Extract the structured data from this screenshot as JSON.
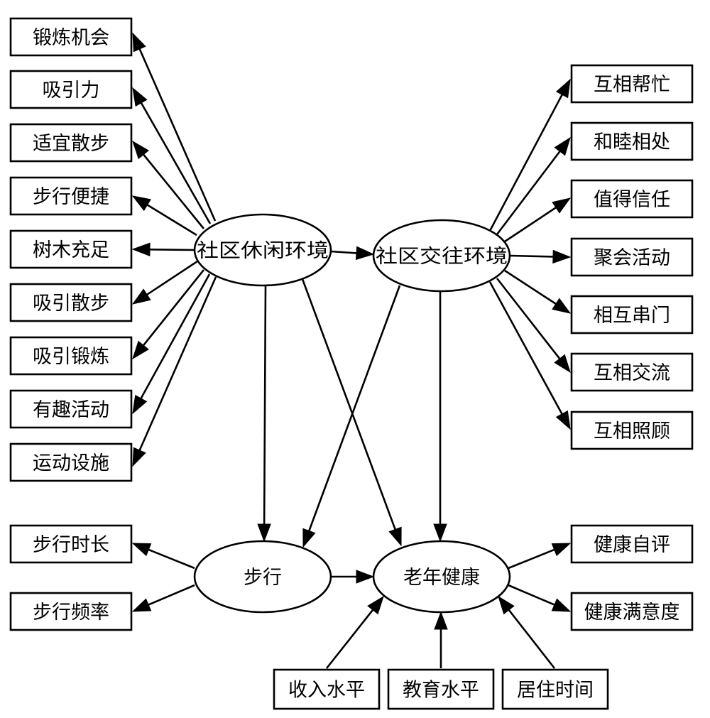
{
  "diagram": {
    "type": "structural-equation-model",
    "latent_variables": [
      {
        "id": "leisure",
        "label": "社区休闲环境"
      },
      {
        "id": "social",
        "label": "社区交往环境"
      },
      {
        "id": "walking",
        "label": "步行"
      },
      {
        "id": "health",
        "label": "老年健康"
      }
    ],
    "observed_variables": [
      {
        "id": "l1",
        "label": "锻炼机会",
        "group": "leisure"
      },
      {
        "id": "l2",
        "label": "吸引力",
        "group": "leisure"
      },
      {
        "id": "l3",
        "label": "适宜散步",
        "group": "leisure"
      },
      {
        "id": "l4",
        "label": "步行便捷",
        "group": "leisure"
      },
      {
        "id": "l5",
        "label": "树木充足",
        "group": "leisure"
      },
      {
        "id": "l6",
        "label": "吸引散步",
        "group": "leisure"
      },
      {
        "id": "l7",
        "label": "吸引锻炼",
        "group": "leisure"
      },
      {
        "id": "l8",
        "label": "有趣活动",
        "group": "leisure"
      },
      {
        "id": "l9",
        "label": "运动设施",
        "group": "leisure"
      },
      {
        "id": "s1",
        "label": "互相帮忙",
        "group": "social"
      },
      {
        "id": "s2",
        "label": "和睦相处",
        "group": "social"
      },
      {
        "id": "s3",
        "label": "值得信任",
        "group": "social"
      },
      {
        "id": "s4",
        "label": "聚会活动",
        "group": "social"
      },
      {
        "id": "s5",
        "label": "相互串门",
        "group": "social"
      },
      {
        "id": "s6",
        "label": "互相交流",
        "group": "social"
      },
      {
        "id": "s7",
        "label": "互相照顾",
        "group": "social"
      },
      {
        "id": "w1",
        "label": "步行时长",
        "group": "walking"
      },
      {
        "id": "w2",
        "label": "步行频率",
        "group": "walking"
      },
      {
        "id": "h1",
        "label": "健康自评",
        "group": "health"
      },
      {
        "id": "h2",
        "label": "健康满意度",
        "group": "health"
      },
      {
        "id": "c1",
        "label": "收入水平",
        "group": "control"
      },
      {
        "id": "c2",
        "label": "教育水平",
        "group": "control"
      },
      {
        "id": "c3",
        "label": "居住时间",
        "group": "control"
      }
    ],
    "edges": [
      {
        "from": "leisure",
        "to": "l1"
      },
      {
        "from": "leisure",
        "to": "l2"
      },
      {
        "from": "leisure",
        "to": "l3"
      },
      {
        "from": "leisure",
        "to": "l4"
      },
      {
        "from": "leisure",
        "to": "l5"
      },
      {
        "from": "leisure",
        "to": "l6"
      },
      {
        "from": "leisure",
        "to": "l7"
      },
      {
        "from": "leisure",
        "to": "l8"
      },
      {
        "from": "leisure",
        "to": "l9"
      },
      {
        "from": "leisure",
        "to": "social"
      },
      {
        "from": "leisure",
        "to": "walking"
      },
      {
        "from": "leisure",
        "to": "health"
      },
      {
        "from": "social",
        "to": "s1"
      },
      {
        "from": "social",
        "to": "s2"
      },
      {
        "from": "social",
        "to": "s3"
      },
      {
        "from": "social",
        "to": "s4"
      },
      {
        "from": "social",
        "to": "s5"
      },
      {
        "from": "social",
        "to": "s6"
      },
      {
        "from": "social",
        "to": "s7"
      },
      {
        "from": "social",
        "to": "walking"
      },
      {
        "from": "social",
        "to": "health"
      },
      {
        "from": "walking",
        "to": "w1"
      },
      {
        "from": "walking",
        "to": "w2"
      },
      {
        "from": "walking",
        "to": "health"
      },
      {
        "from": "health",
        "to": "h1"
      },
      {
        "from": "health",
        "to": "h2"
      },
      {
        "from": "c1",
        "to": "health"
      },
      {
        "from": "c2",
        "to": "health"
      },
      {
        "from": "c3",
        "to": "health"
      }
    ]
  }
}
